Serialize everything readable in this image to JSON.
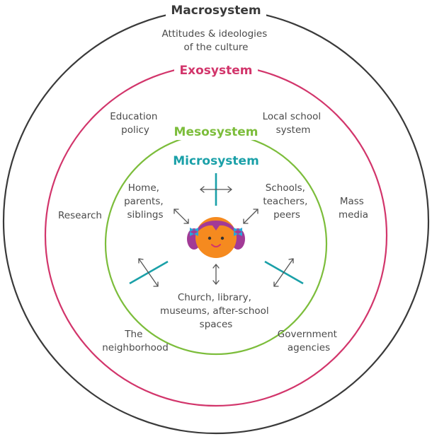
{
  "colors": {
    "macro": "#3a3a3a",
    "exo": "#d2356b",
    "meso": "#7cbd3b",
    "micro": "#1aa0a8",
    "text": "#4a4a4a",
    "arrow": "#555555",
    "face": "#f58a1f",
    "hair": "#a23a96",
    "bow": "#27a7d9"
  },
  "macrosystem": {
    "title": "Macrosystem",
    "description": [
      "Attitudes & ideologies",
      "of the culture"
    ]
  },
  "exosystem": {
    "title": "Exosystem",
    "items": {
      "education_policy": [
        "Education",
        "policy"
      ],
      "local_school_system": [
        "Local school",
        "system"
      ],
      "research": [
        "Research"
      ],
      "mass_media": [
        "Mass",
        "media"
      ],
      "neighborhood": [
        "The",
        "neighborhood"
      ],
      "government_agencies": [
        "Government",
        "agencies"
      ]
    }
  },
  "mesosystem": {
    "title": "Mesosystem"
  },
  "microsystem": {
    "title": "Microsystem",
    "items": {
      "home": [
        "Home,",
        "parents,",
        "siblings"
      ],
      "schools": [
        "Schools,",
        "teachers,",
        "peers"
      ],
      "church": [
        "Church, library,",
        "museums, after-school",
        "spaces"
      ]
    }
  },
  "center": {
    "icon": "child-face-icon"
  }
}
